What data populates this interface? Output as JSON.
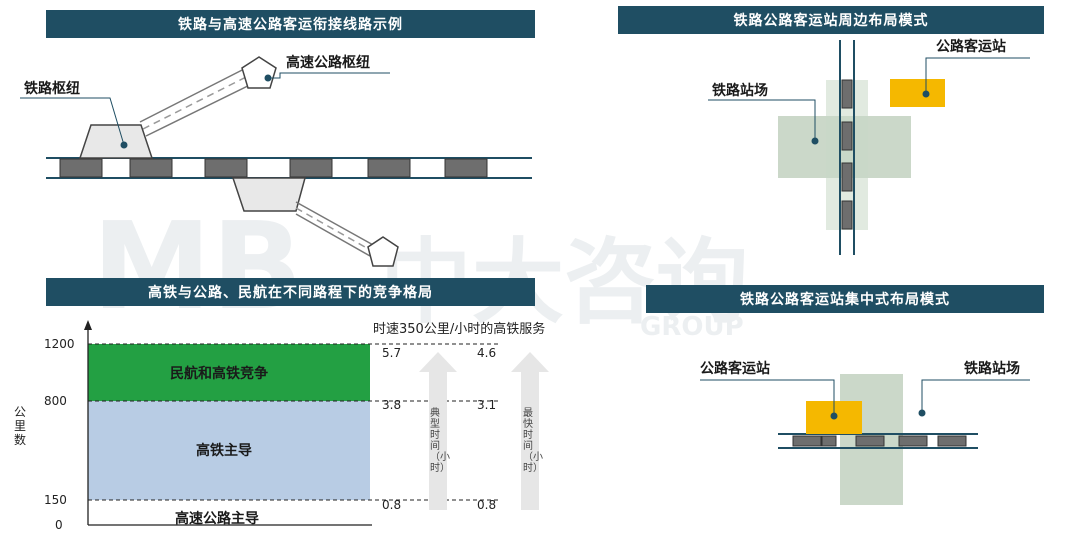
{
  "panel1": {
    "title": "铁路与高速公路客运衔接线路示例",
    "label_rail_hub": "铁路枢纽",
    "label_highway_hub": "高速公路枢纽"
  },
  "panel2": {
    "title": "铁路公路客运站周边布局模式",
    "label_highway_station": "公路客运站",
    "label_rail_yard": "铁路站场"
  },
  "panel3": {
    "title": "高铁与公路、民航在不同路程下的竞争格局",
    "y_axis_label": "公里数",
    "y_ticks": [
      "1200",
      "800",
      "150",
      "0"
    ],
    "zone_top": "民航和高铁竞争",
    "zone_mid": "高铁主导",
    "zone_bottom": "高速公路主导",
    "service_note": "时速350公里/小时的高铁服务",
    "typical_col": [
      "5.7",
      "3.8",
      "0.8"
    ],
    "fastest_col": [
      "4.6",
      "3.1",
      "0.8"
    ],
    "typical_label": "典型时间（小时）",
    "fastest_label": "最快时间（小时）"
  },
  "panel4": {
    "title": "铁路公路客运站集中式布局模式",
    "label_highway_station": "公路客运站",
    "label_rail_yard": "铁路站场"
  },
  "watermark": {
    "logo": "MB",
    "cn": "中大咨询",
    "en": "GROUP"
  },
  "colors": {
    "banner": "#1f4e63",
    "dark_line": "#1f4e63",
    "track_block": "#6e6e6e",
    "air_rail_zone": "#23a043",
    "hsr_zone": "#b8cce4",
    "highway_station": "#f5b800",
    "rail_yard_overlay": "#b9cbb7"
  }
}
